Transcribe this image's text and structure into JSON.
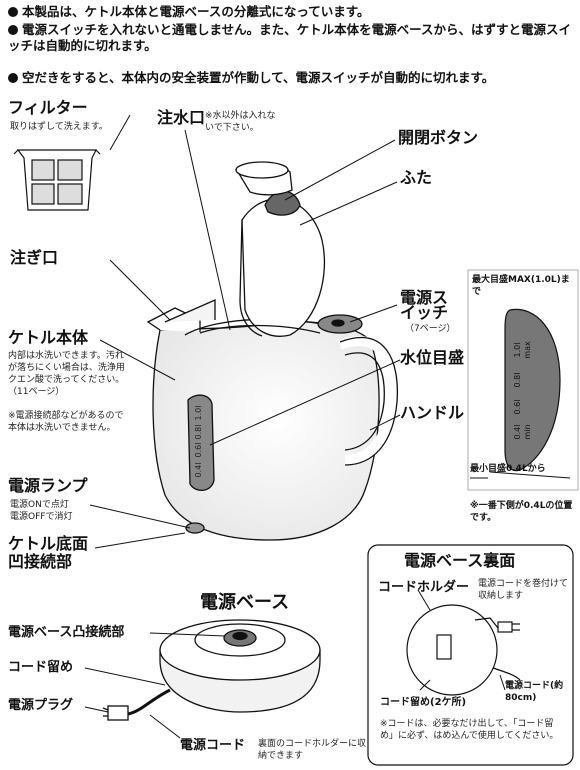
{
  "notes": [
    "本製品は、ケトル本体と電源ベースの分離式になっています。",
    "電源スイッチを入れないと通電しません。また、ケトル本体を電源ベースから、はずすと電源スイッチは自動的に切れます。",
    "空だきをすると、本体内の安全装置が作動して、電源スイッチが自動的に切れます。"
  ],
  "labels": {
    "filter": "フィルター",
    "filter_note": "取りはずして洗えます。",
    "fill_port": "注水口",
    "fill_port_note": "※水以外は入れないで下さい。",
    "open_button": "開閉ボタン",
    "lid": "ふた",
    "spout": "注ぎ口",
    "power_switch": "電源スイッチ",
    "power_switch_note": "（7ページ）",
    "kettle_body": "ケトル本体",
    "kettle_body_note": "内部は水洗いできます。汚れが落ちにくい場合は、洗浄用クエン酸で洗ってください。（11ページ）",
    "kettle_body_warning": "※電源接続部などがあるので本体は水洗いできません。",
    "water_gauge": "水位目盛",
    "handle": "ハンドル",
    "power_lamp": "電源ランプ",
    "power_lamp_note_on": "電源ONで点灯",
    "power_lamp_note_off": "電源OFFで消灯",
    "bottom_concave": "ケトル底面凹接続部",
    "power_base": "電源ベース",
    "base_convex": "電源ベース凸接続部",
    "cord_clip": "コード留め",
    "power_plug": "電源プラグ",
    "power_cord": "電源コード",
    "power_cord_note": "裏面のコードホルダーに収納できます"
  },
  "gauge_detail": {
    "max_label": "最大目盛MAX(1.0L)まで",
    "min_label": "最小目盛0.4Lから",
    "note": "※一番下側が0.4Lの位置です。",
    "marks": [
      {
        "value": "1.0l",
        "sub": "max"
      },
      {
        "value": "0.8l",
        "sub": ""
      },
      {
        "value": "0.6l",
        "sub": ""
      },
      {
        "value": "0.4l",
        "sub": "min"
      }
    ]
  },
  "base_back": {
    "title": "電源ベース裏面",
    "cord_holder": "コードホルダー",
    "cord_holder_note": "電源コードを巻付けて収納します",
    "cord_clip_two": "コード留め(2ケ所)",
    "cord_length": "電源コード(約80cm)",
    "note": "※コードは、必要なだけ出して、「コード留め」に必ず、はめ込んで使用してください。"
  }
}
